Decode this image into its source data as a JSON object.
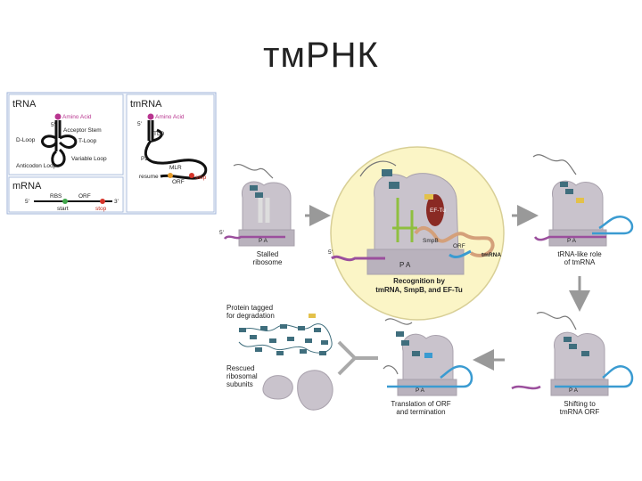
{
  "slide": {
    "title": "тмРНК"
  },
  "inset": {
    "trna": {
      "heading": "tRNA",
      "amino_acid": "Amino Acid",
      "five_prime": "5'",
      "acceptor_stem": "Acceptor Stem",
      "d_loop": "D-Loop",
      "t_loop": "T-Loop",
      "variable_loop": "Variable Loop",
      "anticodon_loop": "Anticodon Loop"
    },
    "tmrna": {
      "heading": "tmRNA",
      "amino_acid": "Amino Acid",
      "five_prime": "5'",
      "tld": "TLD",
      "p2": "P2",
      "mlr": "MLR",
      "resume": "resume",
      "orf": "ORF",
      "stop": "stop"
    },
    "mrna": {
      "heading": "mRNA",
      "five_prime": "5'",
      "rbs": "RBS",
      "orf": "ORF",
      "three_prime": "3'",
      "start": "start",
      "stop": "stop"
    }
  },
  "cycle": {
    "stalled": {
      "five_prime": "5'",
      "sites": "P A",
      "label_1": "Stalled",
      "label_2": "ribosome"
    },
    "recognition": {
      "five_prime": "5'",
      "sites": "P A",
      "ef_tu": "EF-Tu",
      "smpb": "SmpB",
      "orf": "ORF",
      "tmrna": "tmRNA",
      "caption_1": "Recognition by",
      "caption_2": "tmRNA, SmpB, and EF-Tu"
    },
    "trna_like": {
      "sites": "P A",
      "label_1": "tRNA-like role",
      "label_2": "of tmRNA"
    },
    "shifting": {
      "sites": "P A",
      "label_1": "Shifting to",
      "label_2": "tmRNA ORF"
    },
    "translation": {
      "sites": "P A",
      "label_1": "Translation of ORF",
      "label_2": "and termination"
    },
    "release": {
      "protein_1": "Protein tagged",
      "protein_2": "for degradation",
      "subunits_1": "Rescued",
      "subunits_2": "ribosomal",
      "subunits_3": "subunits"
    }
  },
  "colors": {
    "ribosome": "#c9c3cc",
    "ribosome_dark": "#a8a1ac",
    "mrna": "#9b4f9d",
    "tmrna_orf": "#3a9bd1",
    "peptide": "#3f6e7d",
    "highlight": "#fbf5c6",
    "ef_tu": "#8a2a24",
    "smpb": "#d4a07a",
    "trna_green": "#8fbf3f",
    "amino_acid": "#b8358f",
    "stop": "#d6342a",
    "start": "#3fa64a"
  }
}
